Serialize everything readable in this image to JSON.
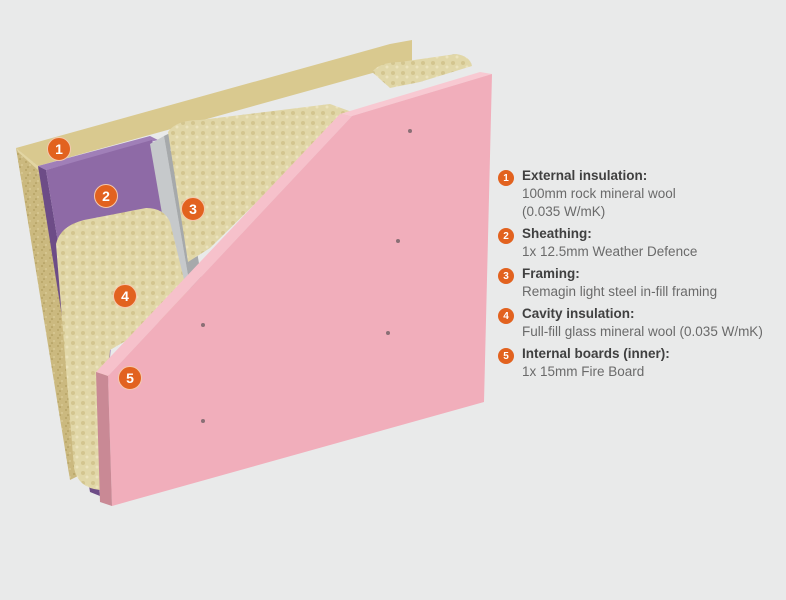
{
  "diagram": {
    "accent_color": "#e2621f",
    "colors": {
      "rock_wool": "#cdbd84",
      "sheathing": "#8e6aa6",
      "glass_wool": "#e0d6a8",
      "fire_board": "#f1aebb"
    },
    "markers": [
      "1",
      "2",
      "3",
      "4",
      "5"
    ]
  },
  "legend": [
    {
      "num": "1",
      "title": "External insulation:",
      "desc": "100mm rock mineral wool\n(0.035 W/mK)"
    },
    {
      "num": "2",
      "title": "Sheathing:",
      "desc": "1x 12.5mm Weather Defence"
    },
    {
      "num": "3",
      "title": "Framing:",
      "desc": "Remagin light steel in-fill framing"
    },
    {
      "num": "4",
      "title": "Cavity insulation:",
      "desc": "Full-fill glass mineral wool (0.035 W/mK)"
    },
    {
      "num": "5",
      "title": "Internal boards (inner):",
      "desc": "1x 15mm Fire Board"
    }
  ]
}
